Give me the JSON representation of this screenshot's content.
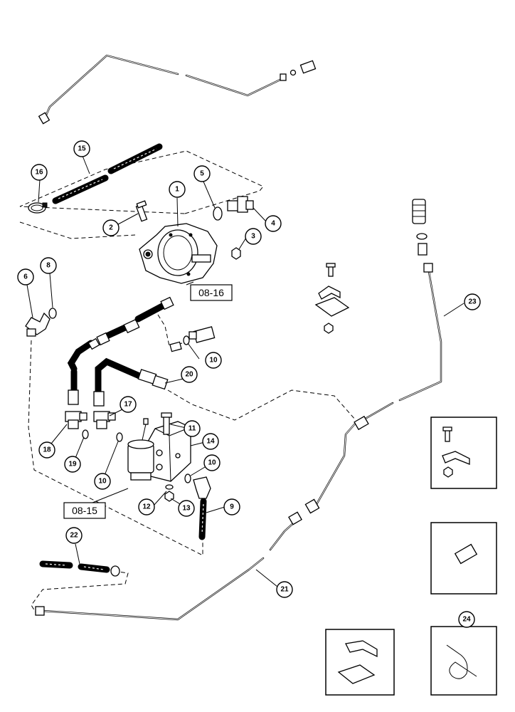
{
  "callouts": {
    "c1": "1",
    "c2": "2",
    "c3": "3",
    "c4": "4",
    "c5": "5",
    "c6": "6",
    "c8": "8",
    "c9": "9",
    "c10a": "10",
    "c10b": "10",
    "c10c": "10",
    "c11": "11",
    "c12": "12",
    "c13": "13",
    "c14": "14",
    "c15": "15",
    "c16": "16",
    "c17": "17",
    "c18": "18",
    "c19": "19",
    "c20": "20",
    "c21": "21",
    "c22": "22",
    "c23": "23",
    "c24": "24"
  },
  "refs": {
    "pump_ref": "08-16",
    "valve_ref": "08-15"
  }
}
